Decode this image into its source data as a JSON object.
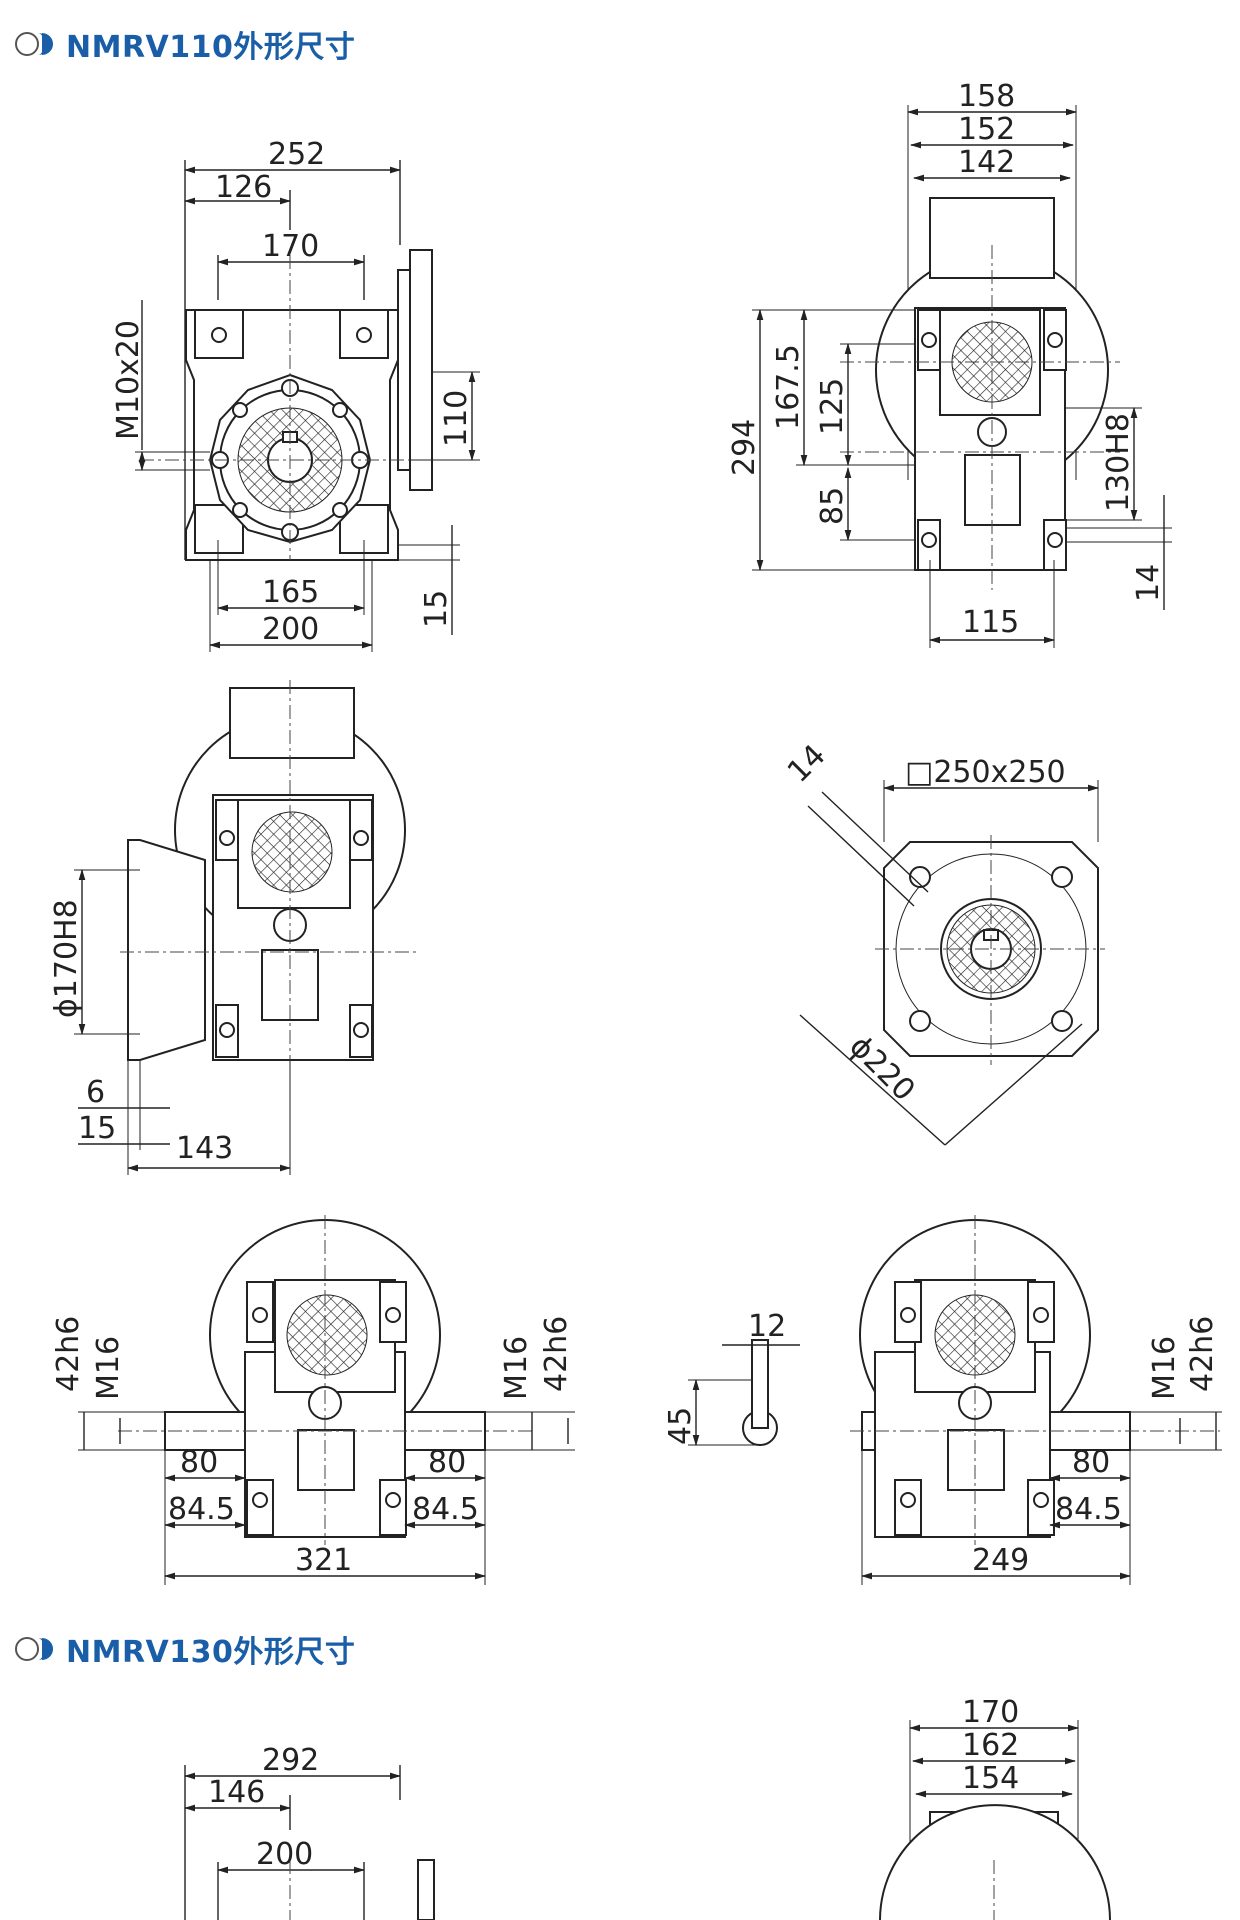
{
  "sections": [
    {
      "title": "NMRV110外形尺寸"
    },
    {
      "title": "NMRV130外形尺寸"
    }
  ],
  "colors": {
    "title": "#1a5ea8",
    "line": "#222222"
  },
  "icons": {
    "title_bullet": "ring-and-half-disc-icon"
  },
  "nmrv110": {
    "front": {
      "d252": "252",
      "d126": "126",
      "d170": "170",
      "m10": "M10x20",
      "d110": "110",
      "d165": "165",
      "d200": "200",
      "d15": "15"
    },
    "side": {
      "d158": "158",
      "d152": "152",
      "d142": "142",
      "d294": "294",
      "d1675": "167.5",
      "d125": "125",
      "d85": "85",
      "d130": "130H8",
      "d14": "14",
      "d115": "115"
    },
    "flange_side": {
      "d170h8": "ϕ170H8",
      "d6": "6",
      "d15": "15",
      "d143": "143"
    },
    "flange_front": {
      "d14": "14",
      "d250": "□250x250",
      "d220": "ϕ220"
    },
    "shaft_double": {
      "d42l": "42h6",
      "m16l": "M16",
      "m16r": "M16",
      "d42r": "42h6",
      "d80l": "80",
      "d80r": "80",
      "d845l": "84.5",
      "d845r": "84.5",
      "d321": "321"
    },
    "key": {
      "d12": "12",
      "d45": "45"
    },
    "shaft_single": {
      "m16": "M16",
      "d42": "42h6",
      "d80": "80",
      "d845": "84.5",
      "d249": "249"
    }
  },
  "nmrv130": {
    "front": {
      "d292": "292",
      "d146": "146",
      "d200": "200"
    },
    "side": {
      "d170": "170",
      "d162": "162",
      "d154": "154"
    }
  }
}
